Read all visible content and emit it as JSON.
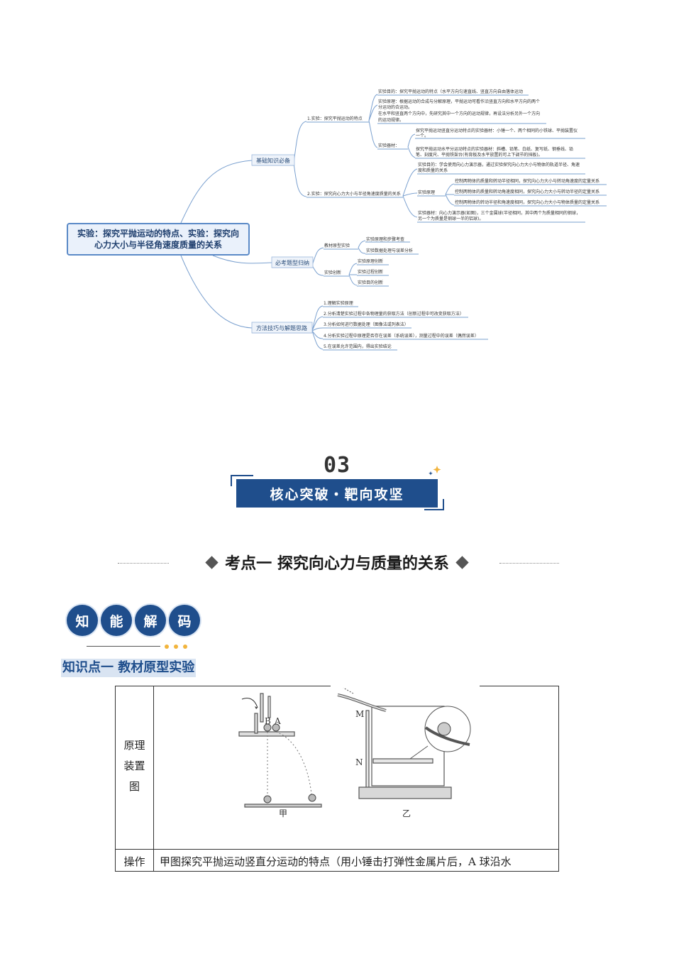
{
  "mindmap": {
    "root": "实验：探究平抛运动的特点、实验：探究向心力大小与半径角速度质量的关系",
    "branches": [
      {
        "label": "基础知识必备"
      },
      {
        "label": "必考题型归纳"
      },
      {
        "label": "方法技巧与解题思路"
      }
    ],
    "exp1": {
      "label": "1.实验：探究平抛运动的特点",
      "purpose": "实验目的：探究平抛运动的特点（水平方向匀速直线、竖直方向自由落体运动",
      "principle_1": "实验原理：根据运动的合成与分解原理，平抛运动可看作沿竖直方向和水平方向的两个",
      "principle_2": "分运动的合运动。",
      "principle_3": "在水平和竖直两个方向中，先研究其中一个方向的运动规律，再设法分析另外一个方向",
      "principle_4": "的运动规律。",
      "equip_label": "实验器材：",
      "equip_1a": "探究平抛运动竖直分运动特点的实验器材：小锤一个、两个相同的小铁球、平抛装置仪",
      "equip_1b": "一个。",
      "equip_2a": "探究平抛运动水平分运动特点的实验器材：斜槽、铅笔、白纸、复写纸、钢垂线、铅",
      "equip_2b": "笔、刻度尺、平抛铁架台(有背板及水平放置的可上下调节的挡板)。"
    },
    "exp2": {
      "label": "2.实验：探究向心力大小与半径角速度质量的关系",
      "purpose_a": "实验目的：学会使用向心力演示器，通过实验探究向心力大小与物体的轨道半径、角速",
      "purpose_b": "度和质量的关系",
      "principle_label": "实验原理",
      "principle_1": "控制两物体的质量和转动半径相同，探究向心力大小与转动角速度的定量关系",
      "principle_2": "控制两物体的质量和转动角速度相同，探究向心力大小与转动半径的定量关系",
      "principle_3": "控制两物体的转动半径和角速度相同，探究向心力大小与物体质量的定量关系",
      "equip_a": "实验器材：向心力演示器(如图)，三个金属球(半径相同，其中两个为质量相同的钢球，",
      "equip_b": "另一个为质量是钢球一半的铝球)。"
    },
    "types": {
      "textbook": "教材原型实验",
      "tb_1": "实验原理和步骤考查",
      "tb_2": "实验数据处理与误差分析",
      "innovation": "实验创新",
      "in_1": "实验原理创新",
      "in_2": "实验过程创新",
      "in_3": "实验目的创新"
    },
    "methods": [
      "1.理解实验原理",
      "2.分析清楚实验过程中各物理量的获取方法（创新过程中可改变获取方法）",
      "3.分析如何进行数据处理（图像法或列表法）",
      "4.分析实验过程中原理是否存在误差（系统误差），测量过程中的误差（偶然误差）",
      "5.在误差允许范围内，得出实验结论"
    ]
  },
  "section": {
    "number": "03",
    "banner": "核心突破・靶向攻坚",
    "kp_title": "考点一  探究向心力与质量的关系"
  },
  "badges": [
    "知",
    "能",
    "解",
    "码"
  ],
  "knowledge_title": "知识点一  教材原型实验",
  "table": {
    "row1_label": [
      "原理",
      "装置",
      "图"
    ],
    "row2_label": "操作",
    "row2_text": "甲图探究平抛运动竖直分运动的特点（用小锤击打弹性金属片后，A 球沿水",
    "fig_a_caption": "甲",
    "fig_b_caption": "乙",
    "fig_a_labels": {
      "b": "B",
      "a": "A"
    },
    "fig_b_labels": {
      "m": "M",
      "n": "N"
    }
  },
  "colors": {
    "brand": "#1f4e8c",
    "accent_dot": "#f2b43c",
    "line": "#5b8ac7"
  }
}
